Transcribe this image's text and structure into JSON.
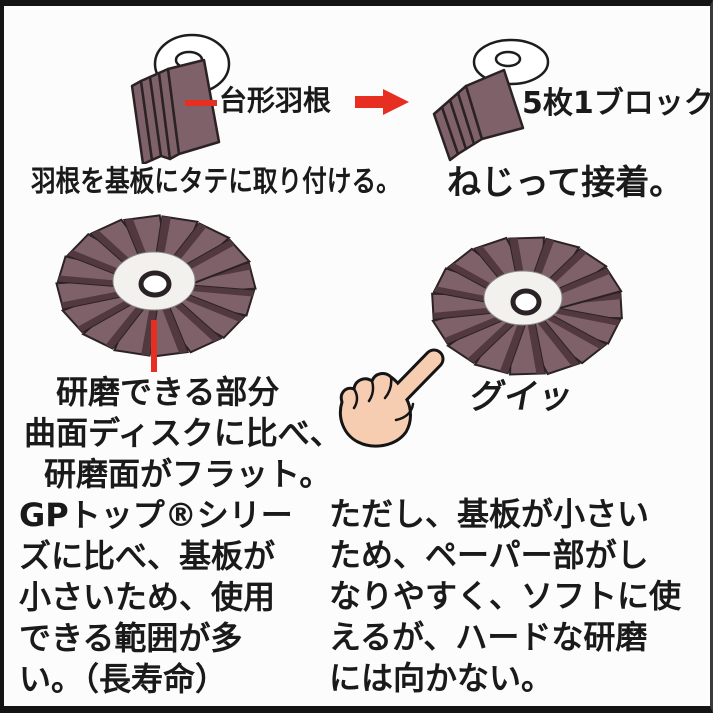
{
  "colors": {
    "background": "#fcfcfc",
    "ink": "#1a1a1a",
    "red": "#e62e21",
    "flap": "#7f6169",
    "flap_edge": "#52383f",
    "outline": "#2b2226",
    "hub": "#f2f1ee",
    "skin": "#f7cdb2"
  },
  "step1": {
    "part_label": "台形羽根",
    "caption": "羽根を基板にタテに取り付ける。"
  },
  "step2": {
    "label": "5枚1ブロック",
    "caption": "ねじって接着。"
  },
  "discs": {
    "push_label": "グイッ"
  },
  "left_column": {
    "lines": [
      "研磨できる部分",
      "曲面ディスクに比べ、",
      "研磨面がフラット。",
      "GPトップ®シリー",
      "ズに比べ、基板が",
      "小さいため、使用",
      "できる範囲が多",
      "い。（長寿命）"
    ]
  },
  "right_column": {
    "lines": [
      "ただし、基板が小さい",
      "ため、ペーパー部がし",
      "なりやすく、ソフトに使",
      "えるが、ハードな研磨",
      "には向かない。"
    ]
  }
}
